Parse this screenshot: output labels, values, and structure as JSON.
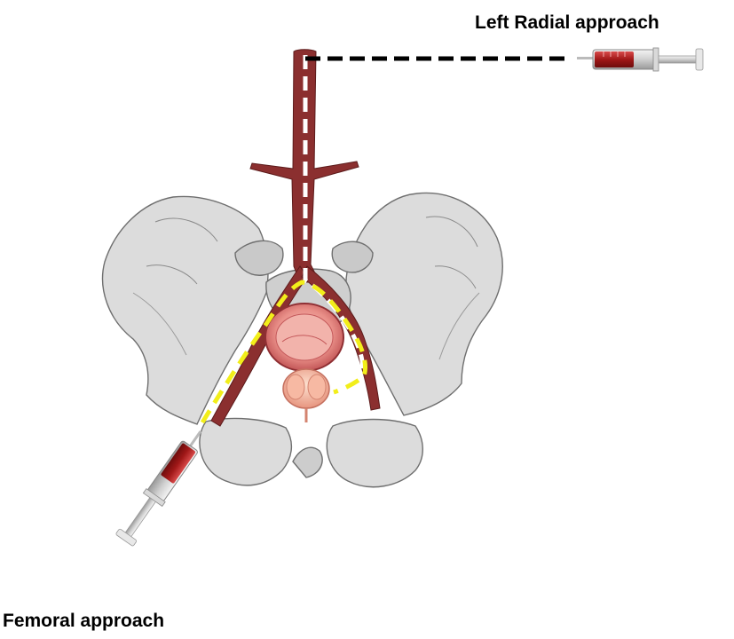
{
  "labels": {
    "radial": "Left Radial approach",
    "femoral": "Femoral approach"
  },
  "colors": {
    "artery": "#8b2f2f",
    "radial_path": "#000000",
    "femoral_path": "#f2ee1a",
    "internal_path": "#ffffff",
    "bladder": "#e57f7f",
    "prostate": "#f2a48c",
    "syringe_fluid": "#b52323"
  },
  "icons": [
    "pelvis-illustration",
    "aorta-artery",
    "bladder",
    "prostate",
    "syringe-icon",
    "syringe-icon"
  ]
}
